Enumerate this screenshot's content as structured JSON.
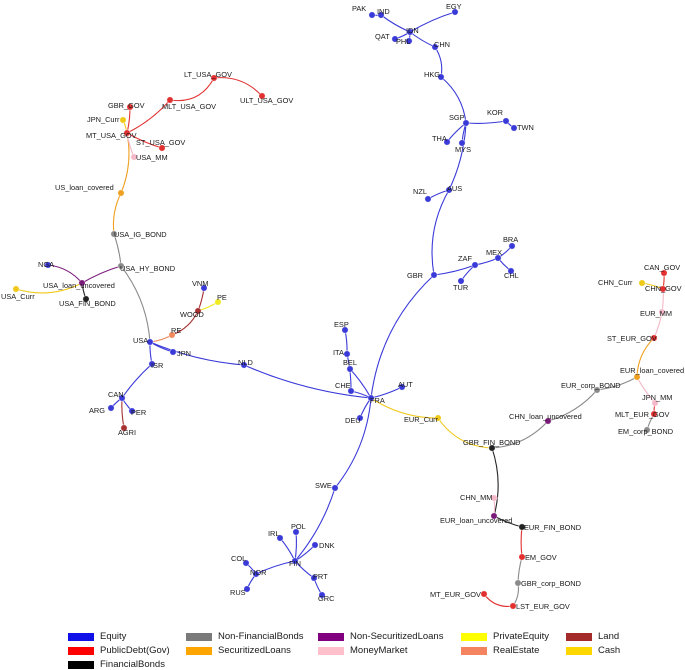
{
  "colors": {
    "equity": "#3a3ad9",
    "public_debt": "#e23030",
    "financial_bonds": "#222222",
    "non_financial_bonds": "#8a8a8a",
    "securitized_loans": "#f0a020",
    "non_securitized_loans": "#7a1a7a",
    "money_market": "#f4b8c8",
    "private_equity": "#f0ea20",
    "real_estate": "#f08a5a",
    "land": "#a83232",
    "cash": "#f0c818"
  },
  "legend": [
    {
      "label": "Equity",
      "color": "#1010e8"
    },
    {
      "label": "Non-FinancialBonds",
      "color": "#7a7a7a"
    },
    {
      "label": "Non-SecuritizedLoans",
      "color": "#800080"
    },
    {
      "label": "PrivateEquity",
      "color": "#ffff00"
    },
    {
      "label": "Land",
      "color": "#a52a2a"
    },
    {
      "label": "PublicDebt(Gov)",
      "color": "#ff0000"
    },
    {
      "label": "SecuritizedLoans",
      "color": "#ffa500"
    },
    {
      "label": "MoneyMarket",
      "color": "#ffc0cb"
    },
    {
      "label": "RealEstate",
      "color": "#f4845f"
    },
    {
      "label": "Cash",
      "color": "#ffd700"
    },
    {
      "label": "FinancialBonds",
      "color": "#000000"
    }
  ],
  "nodes": [
    {
      "id": "PAK",
      "label": "PAK",
      "cls": "equity"
    },
    {
      "id": "IND",
      "label": "IND",
      "cls": "equity"
    },
    {
      "id": "EGY",
      "label": "EGY",
      "cls": "equity"
    },
    {
      "id": "IDN",
      "label": "IDN",
      "cls": "equity"
    },
    {
      "id": "QAT",
      "label": "QAT",
      "cls": "equity"
    },
    {
      "id": "PHL",
      "label": "PHL",
      "cls": "equity"
    },
    {
      "id": "CHN",
      "label": "CHN",
      "cls": "equity"
    },
    {
      "id": "HKG",
      "label": "HKG",
      "cls": "equity"
    },
    {
      "id": "KOR",
      "label": "KOR",
      "cls": "equity"
    },
    {
      "id": "SGP",
      "label": "SGP",
      "cls": "equity"
    },
    {
      "id": "TWN",
      "label": "TWN",
      "cls": "equity"
    },
    {
      "id": "THA",
      "label": "THA",
      "cls": "equity"
    },
    {
      "id": "MYS",
      "label": "MYS",
      "cls": "equity"
    },
    {
      "id": "AUS",
      "label": "AUS",
      "cls": "equity"
    },
    {
      "id": "NZL",
      "label": "NZL",
      "cls": "equity"
    },
    {
      "id": "BRA",
      "label": "BRA",
      "cls": "equity"
    },
    {
      "id": "MEX",
      "label": "MEX",
      "cls": "equity"
    },
    {
      "id": "ZAF",
      "label": "ZAF",
      "cls": "equity"
    },
    {
      "id": "CHL",
      "label": "CHL",
      "cls": "equity"
    },
    {
      "id": "GBR",
      "label": "GBR",
      "cls": "equity"
    },
    {
      "id": "TUR",
      "label": "TUR",
      "cls": "equity"
    },
    {
      "id": "ESP",
      "label": "ESP",
      "cls": "equity"
    },
    {
      "id": "ITA",
      "label": "ITA",
      "cls": "equity"
    },
    {
      "id": "BEL",
      "label": "BEL",
      "cls": "equity"
    },
    {
      "id": "AUT",
      "label": "AUT",
      "cls": "equity"
    },
    {
      "id": "CHE",
      "label": "CHE",
      "cls": "equity"
    },
    {
      "id": "FRA",
      "label": "FRA",
      "cls": "equity"
    },
    {
      "id": "DEU",
      "label": "DEU",
      "cls": "equity"
    },
    {
      "id": "NLD",
      "label": "NLD",
      "cls": "equity"
    },
    {
      "id": "USA",
      "label": "USA",
      "cls": "equity"
    },
    {
      "id": "JPN",
      "label": "JPN",
      "cls": "equity"
    },
    {
      "id": "ISR",
      "label": "ISR",
      "cls": "equity"
    },
    {
      "id": "CAN",
      "label": "CAN",
      "cls": "equity"
    },
    {
      "id": "ARG",
      "label": "ARG",
      "cls": "equity"
    },
    {
      "id": "PER",
      "label": "PER",
      "cls": "equity"
    },
    {
      "id": "SWE",
      "label": "SWE",
      "cls": "equity"
    },
    {
      "id": "IRL",
      "label": "IRL",
      "cls": "equity"
    },
    {
      "id": "POL",
      "label": "POL",
      "cls": "equity"
    },
    {
      "id": "DNK",
      "label": "DNK",
      "cls": "equity"
    },
    {
      "id": "FIN",
      "label": "FIN",
      "cls": "equity"
    },
    {
      "id": "COL",
      "label": "COL",
      "cls": "equity"
    },
    {
      "id": "NOR",
      "label": "NOR",
      "cls": "equity"
    },
    {
      "id": "RUS",
      "label": "RUS",
      "cls": "equity"
    },
    {
      "id": "PRT",
      "label": "PRT",
      "cls": "equity"
    },
    {
      "id": "GRC",
      "label": "GRC",
      "cls": "equity"
    },
    {
      "id": "AGRI",
      "label": "AGRI",
      "cls": "land"
    },
    {
      "id": "WOOD",
      "label": "WOOD",
      "cls": "land"
    },
    {
      "id": "VNM",
      "label": "VNM",
      "cls": "equity"
    },
    {
      "id": "PE",
      "label": "PE",
      "cls": "private_equity"
    },
    {
      "id": "RE",
      "label": "RE",
      "cls": "real_estate"
    },
    {
      "id": "LT_USA_GOV",
      "label": "LT_USA_GOV",
      "cls": "public_debt"
    },
    {
      "id": "ULT_USA_GOV",
      "label": "ULT_USA_GOV",
      "cls": "public_debt"
    },
    {
      "id": "MLT_USA_GOV",
      "label": "MLT_USA_GOV",
      "cls": "public_debt"
    },
    {
      "id": "GBR_GOV",
      "label": "GBR_GOV",
      "cls": "public_debt"
    },
    {
      "id": "JPN_Curr",
      "label": "JPN_Curr",
      "cls": "cash"
    },
    {
      "id": "MT_USA_GOV",
      "label": "MT_USA_GOV",
      "cls": "public_debt"
    },
    {
      "id": "ST_USA_GOV",
      "label": "ST_USA_GOV",
      "cls": "public_debt"
    },
    {
      "id": "USA_MM",
      "label": "USA_MM",
      "cls": "money_market"
    },
    {
      "id": "US_loan_covered",
      "label": "US_loan_covered",
      "cls": "securitized_loans"
    },
    {
      "id": "USA_IG_BOND",
      "label": "USA_IG_BOND",
      "cls": "non_financial_bonds"
    },
    {
      "id": "USA_HY_BOND",
      "label": "USA_HY_BOND",
      "cls": "non_financial_bonds"
    },
    {
      "id": "NGA",
      "label": "NGA",
      "cls": "equity"
    },
    {
      "id": "USA_loan_uncovered",
      "label": "USA_loan_uncovered",
      "cls": "non_securitized_loans"
    },
    {
      "id": "USA_Curr",
      "label": "USA_Curr",
      "cls": "cash"
    },
    {
      "id": "USA_FIN_BOND",
      "label": "USA_FIN_BOND",
      "cls": "financial_bonds"
    },
    {
      "id": "EUR_Curr",
      "label": "EUR_Curr",
      "cls": "cash"
    },
    {
      "id": "GBR_FIN_BOND",
      "label": "GBR_FIN_BOND",
      "cls": "financial_bonds"
    },
    {
      "id": "CHN_loan_uncovered",
      "label": "CHN_loan_uncovered",
      "cls": "non_securitized_loans"
    },
    {
      "id": "EUR_corp_BOND",
      "label": "EUR_corp_BOND",
      "cls": "non_financial_bonds"
    },
    {
      "id": "EUR_loan_covered",
      "label": "EUR_loan_covered",
      "cls": "securitized_loans"
    },
    {
      "id": "ST_EUR_GOV",
      "label": "ST_EUR_GOV",
      "cls": "public_debt"
    },
    {
      "id": "EUR_MM",
      "label": "EUR_MM",
      "cls": "money_market"
    },
    {
      "id": "CHN_GOV",
      "label": "CHN_GOV",
      "cls": "public_debt"
    },
    {
      "id": "CAN_GOV",
      "label": "CAN_GOV",
      "cls": "public_debt"
    },
    {
      "id": "CHN_Curr",
      "label": "CHN_Curr",
      "cls": "cash"
    },
    {
      "id": "JPN_MM",
      "label": "JPN_MM",
      "cls": "money_market"
    },
    {
      "id": "MLT_EUR_GOV",
      "label": "MLT_EUR_GOV",
      "cls": "public_debt"
    },
    {
      "id": "EM_corp_BOND",
      "label": "EM_corp_BOND",
      "cls": "non_financial_bonds"
    },
    {
      "id": "CHN_MM",
      "label": "CHN_MM",
      "cls": "money_market"
    },
    {
      "id": "EUR_loan_uncovered",
      "label": "EUR_loan_uncovered",
      "cls": "non_securitized_loans"
    },
    {
      "id": "EUR_FIN_BOND",
      "label": "EUR_FIN_BOND",
      "cls": "financial_bonds"
    },
    {
      "id": "EM_GOV",
      "label": "EM_GOV",
      "cls": "public_debt"
    },
    {
      "id": "GBR_corp_BOND",
      "label": "GBR_corp_BOND",
      "cls": "non_financial_bonds"
    },
    {
      "id": "MT_EUR_GOV",
      "label": "MT_EUR_GOV",
      "cls": "public_debt"
    },
    {
      "id": "LST_EUR_GOV",
      "label": "LST_EUR_GOV",
      "cls": "public_debt"
    }
  ],
  "edges": [
    [
      "PAK",
      "IND",
      "equity"
    ],
    [
      "IND",
      "IDN",
      "equity"
    ],
    [
      "EGY",
      "IDN",
      "equity"
    ],
    [
      "QAT",
      "IDN",
      "equity"
    ],
    [
      "PHL",
      "IDN",
      "equity"
    ],
    [
      "IDN",
      "CHN",
      "equity"
    ],
    [
      "CHN",
      "HKG",
      "equity"
    ],
    [
      "HKG",
      "SGP",
      "equity"
    ],
    [
      "SGP",
      "KOR",
      "equity"
    ],
    [
      "KOR",
      "TWN",
      "equity"
    ],
    [
      "SGP",
      "THA",
      "equity"
    ],
    [
      "SGP",
      "MYS",
      "equity"
    ],
    [
      "SGP",
      "AUS",
      "equity"
    ],
    [
      "AUS",
      "NZL",
      "equity"
    ],
    [
      "AUS",
      "GBR",
      "equity"
    ],
    [
      "GBR",
      "ZAF",
      "equity"
    ],
    [
      "ZAF",
      "TUR",
      "equity"
    ],
    [
      "ZAF",
      "MEX",
      "equity"
    ],
    [
      "MEX",
      "BRA",
      "equity"
    ],
    [
      "MEX",
      "CHL",
      "equity"
    ],
    [
      "GBR",
      "FRA",
      "equity"
    ],
    [
      "FRA",
      "AUT",
      "equity"
    ],
    [
      "FRA",
      "BEL",
      "equity"
    ],
    [
      "FRA",
      "CHE",
      "equity"
    ],
    [
      "FRA",
      "DEU",
      "equity"
    ],
    [
      "CHE",
      "ITA",
      "equity"
    ],
    [
      "ITA",
      "ESP",
      "equity"
    ],
    [
      "FRA",
      "NLD",
      "equity"
    ],
    [
      "NLD",
      "USA",
      "equity"
    ],
    [
      "USA",
      "JPN",
      "equity"
    ],
    [
      "USA",
      "ISR",
      "equity"
    ],
    [
      "ISR",
      "CAN",
      "equity"
    ],
    [
      "CAN",
      "ARG",
      "equity"
    ],
    [
      "CAN",
      "PER",
      "equity"
    ],
    [
      "FRA",
      "SWE",
      "equity"
    ],
    [
      "SWE",
      "FIN",
      "equity"
    ],
    [
      "FIN",
      "DNK",
      "equity"
    ],
    [
      "FIN",
      "POL",
      "equity"
    ],
    [
      "FIN",
      "IRL",
      "equity"
    ],
    [
      "FIN",
      "NOR",
      "equity"
    ],
    [
      "NOR",
      "COL",
      "equity"
    ],
    [
      "NOR",
      "RUS",
      "equity"
    ],
    [
      "FIN",
      "PRT",
      "equity"
    ],
    [
      "PRT",
      "GRC",
      "equity"
    ],
    [
      "CAN",
      "AGRI",
      "land"
    ],
    [
      "USA",
      "RE",
      "real_estate"
    ],
    [
      "RE",
      "WOOD",
      "land"
    ],
    [
      "WOOD",
      "VNM",
      "land"
    ],
    [
      "WOOD",
      "PE",
      "private_equity"
    ],
    [
      "USA",
      "USA_HY_BOND",
      "non_financial_bonds"
    ],
    [
      "USA_HY_BOND",
      "USA_IG_BOND",
      "non_financial_bonds"
    ],
    [
      "USA_HY_BOND",
      "USA_loan_uncovered",
      "non_securitized_loans"
    ],
    [
      "USA_loan_uncovered",
      "NGA",
      "non_securitized_loans"
    ],
    [
      "USA_loan_uncovered",
      "USA_Curr",
      "cash"
    ],
    [
      "USA_loan_uncovered",
      "USA_FIN_BOND",
      "financial_bonds"
    ],
    [
      "USA_IG_BOND",
      "US_loan_covered",
      "securitized_loans"
    ],
    [
      "US_loan_covered",
      "MT_USA_GOV",
      "securitized_loans"
    ],
    [
      "MT_USA_GOV",
      "JPN_Curr",
      "cash"
    ],
    [
      "MT_USA_GOV",
      "GBR_GOV",
      "public_debt"
    ],
    [
      "MT_USA_GOV",
      "USA_MM",
      "money_market"
    ],
    [
      "MT_USA_GOV",
      "ST_USA_GOV",
      "public_debt"
    ],
    [
      "MT_USA_GOV",
      "MLT_USA_GOV",
      "public_debt"
    ],
    [
      "MLT_USA_GOV",
      "LT_USA_GOV",
      "public_debt"
    ],
    [
      "LT_USA_GOV",
      "ULT_USA_GOV",
      "public_debt"
    ],
    [
      "FRA",
      "EUR_Curr",
      "cash"
    ],
    [
      "EUR_Curr",
      "GBR_FIN_BOND",
      "cash"
    ],
    [
      "GBR_FIN_BOND",
      "CHN_loan_uncovered",
      "non_financial_bonds"
    ],
    [
      "CHN_loan_uncovered",
      "EUR_corp_BOND",
      "non_financial_bonds"
    ],
    [
      "EUR_corp_BOND",
      "EUR_loan_covered",
      "non_financial_bonds"
    ],
    [
      "EUR_loan_covered",
      "ST_EUR_GOV",
      "securitized_loans"
    ],
    [
      "ST_EUR_GOV",
      "EUR_MM",
      "money_market"
    ],
    [
      "EUR_MM",
      "CHN_GOV",
      "money_market"
    ],
    [
      "CHN_GOV",
      "CAN_GOV",
      "public_debt"
    ],
    [
      "CHN_GOV",
      "CHN_Curr",
      "cash"
    ],
    [
      "EUR_loan_covered",
      "JPN_MM",
      "money_market"
    ],
    [
      "JPN_MM",
      "MLT_EUR_GOV",
      "public_debt"
    ],
    [
      "MLT_EUR_GOV",
      "EM_corp_BOND",
      "non_financial_bonds"
    ],
    [
      "GBR_FIN_BOND",
      "EUR_loan_uncovered",
      "financial_bonds"
    ],
    [
      "EUR_loan_uncovered",
      "CHN_MM",
      "money_market"
    ],
    [
      "EUR_loan_uncovered",
      "EUR_FIN_BOND",
      "financial_bonds"
    ],
    [
      "EUR_FIN_BOND",
      "EM_GOV",
      "public_debt"
    ],
    [
      "EM_GOV",
      "GBR_corp_BOND",
      "non_financial_bonds"
    ],
    [
      "GBR_corp_BOND",
      "LST_EUR_GOV",
      "non_financial_bonds"
    ],
    [
      "LST_EUR_GOV",
      "MT_EUR_GOV",
      "public_debt"
    ]
  ]
}
